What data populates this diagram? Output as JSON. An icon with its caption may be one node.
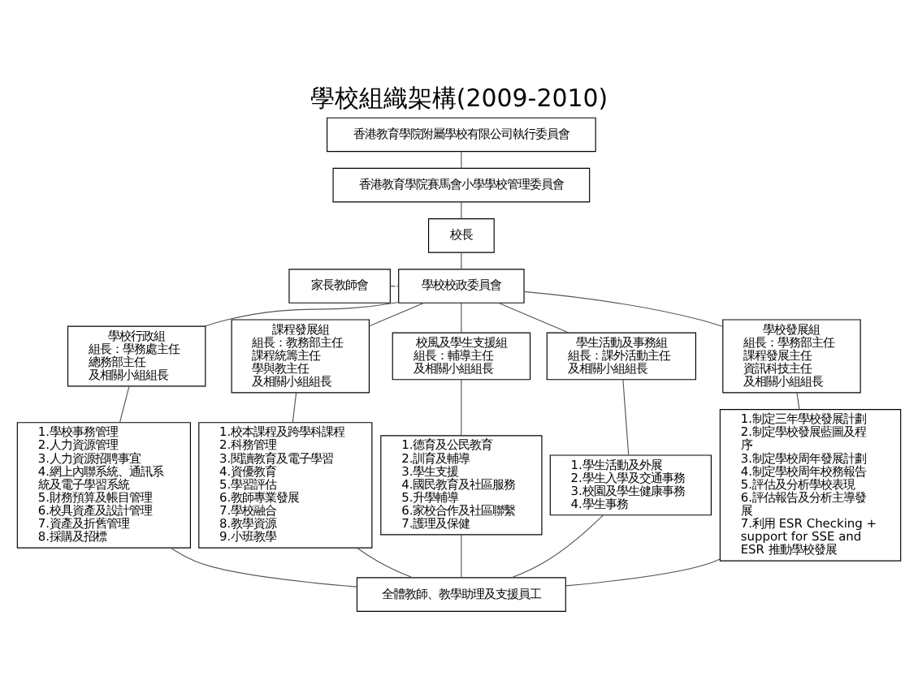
{
  "diagram": {
    "title": "學校組織架構(2009-2010)",
    "nodes": [
      {
        "text": [
          "香港教育學院附屬學校有限公司執行委員會"
        ]
      },
      {
        "text": [
          "香港教育學院賽馬會小學學校管理委員會"
        ]
      },
      {
        "text": [
          "校長"
        ]
      },
      {
        "text": [
          "家長教師會"
        ]
      },
      {
        "text": [
          "學校校政委員會"
        ]
      },
      {
        "text": [
          "學校行政組",
          "組長：學務處主任",
          "總務部主任",
          "及相關小組組長"
        ]
      },
      {
        "text": [
          "課程發展組",
          "組長：教務部主任",
          "課程統籌主任",
          "學與教主任",
          "及相關小組組長"
        ]
      },
      {
        "text": [
          "校風及學生支援組",
          "組長：輔導主任",
          "及相關小組組長"
        ]
      },
      {
        "text": [
          "學生活動及事務組",
          "組長：課外活動主任",
          "及相關小組組長"
        ]
      },
      {
        "text": [
          "學校發展組",
          "組長：學務部主任",
          "課程發展主任",
          "資訊科技主任",
          "及相關小組組長"
        ]
      },
      {
        "text": [
          "1.學校事務管理",
          "2.人力資源管理",
          "3.人力資源招聘事宜",
          "4.網上內聯系統、通訊系統及電子學習系統",
          "5.財務預算及帳目管理",
          "6.校具資產及設計管理",
          "7.資產及折舊管理",
          "8.採購及招標"
        ]
      },
      {
        "text": [
          "1.校本課程及跨學科課程",
          "2.科務管理",
          "3.閱讀教育及電子學習",
          "4.資優教育",
          "5.學習評估",
          "6.教師專業發展",
          "7.學校融合",
          "8.教學資源",
          "9.小班教學"
        ]
      },
      {
        "text": [
          "1.德育及公民教育",
          "2.訓育及輔導",
          "3.學生支援",
          "4.國民教育及社區服務",
          "5.升學輔導",
          "6.家校合作及社區聯繫",
          "7.護理及保健"
        ]
      },
      {
        "text": [
          "1.學生活動及外展",
          "2.學生入學及交通事務",
          "3.校園及學生健康事務",
          "4.學生事務"
        ]
      },
      {
        "text": [
          "1.制定三年學校發展計劃",
          "2.制定學校發展藍圖及程序",
          "3.制定學校周年發展計劃",
          "4.制定學校周年校務報告",
          "5.評估及分析學校表現",
          "6.評估報告及分析主導發展",
          "7.利用 ESR Checking + support for SSE and ESR 推動學校發展"
        ]
      },
      {
        "text": [
          "全體教師、教學助理及支援員工"
        ]
      }
    ],
    "edges": [
      {
        "from": 0,
        "to": 1,
        "arrow": "none"
      },
      {
        "from": 1,
        "to": 2,
        "arrow": "none"
      },
      {
        "from": 2,
        "to": 4,
        "arrow": "none"
      },
      {
        "from": 3,
        "to": 4,
        "arrow": "none",
        "style": "dashed"
      },
      {
        "from": 4,
        "to": 5,
        "arrow": "none"
      },
      {
        "from": 4,
        "to": 6,
        "arrow": "none"
      },
      {
        "from": 4,
        "to": 7,
        "arrow": "none"
      },
      {
        "from": 4,
        "to": 8,
        "arrow": "none"
      },
      {
        "from": 4,
        "to": 9,
        "arrow": "none"
      },
      {
        "from": 5,
        "to": 10,
        "arrow": "none"
      },
      {
        "from": 6,
        "to": 11,
        "arrow": "none"
      },
      {
        "from": 7,
        "to": 12,
        "arrow": "none"
      },
      {
        "from": 8,
        "to": 13,
        "arrow": "none"
      },
      {
        "from": 9,
        "to": 14,
        "arrow": "none"
      },
      {
        "from": 10,
        "to": 15,
        "arrow": "none"
      },
      {
        "from": 11,
        "to": 15,
        "arrow": "none"
      },
      {
        "from": 12,
        "to": 15,
        "arrow": "none"
      },
      {
        "from": 13,
        "to": 15,
        "arrow": "none"
      },
      {
        "from": 14,
        "to": 15,
        "arrow": "none"
      }
    ]
  }
}
